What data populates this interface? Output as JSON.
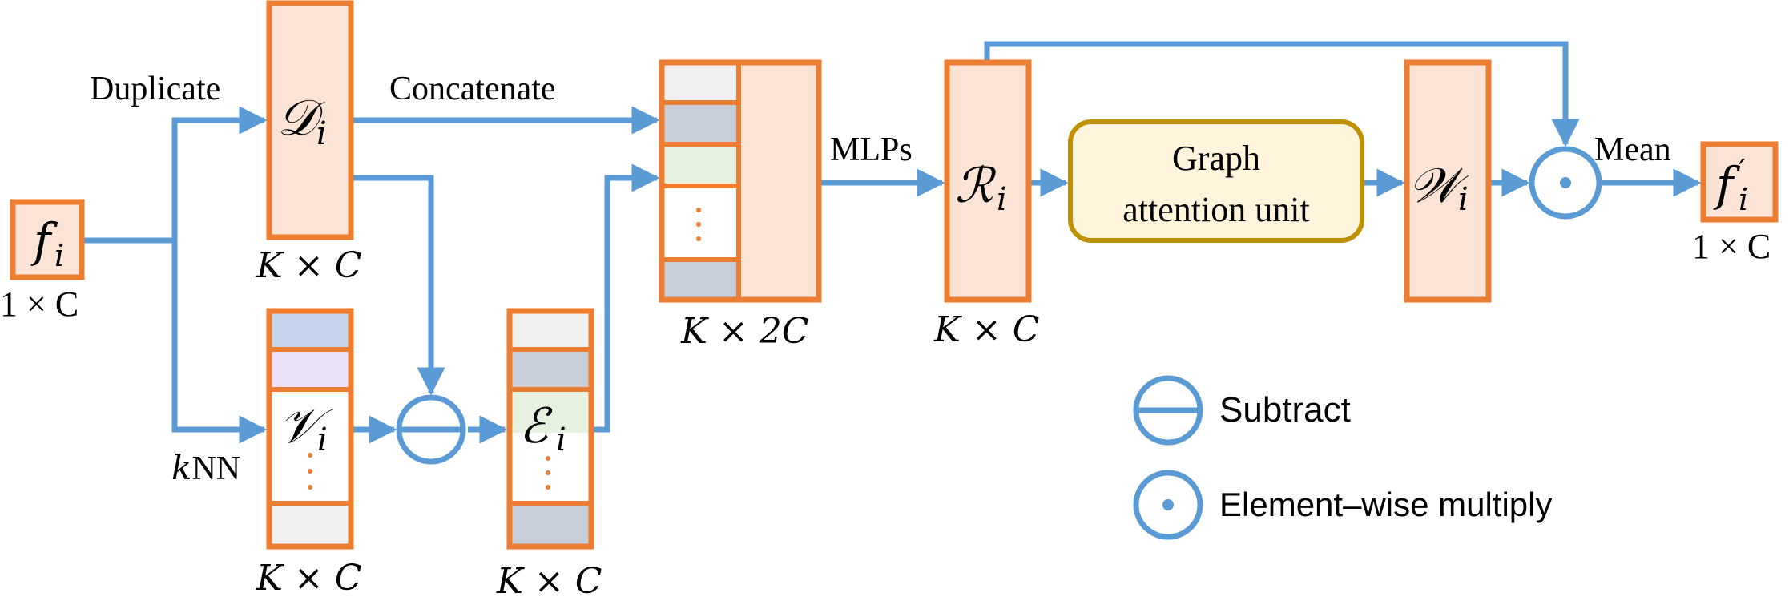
{
  "colors": {
    "arrow": "#5b9bd5",
    "box_stroke": "#ed7d31",
    "box_fill": "#fbe3d6",
    "gau_stroke": "#bf9000",
    "gau_fill": "#fff5dc",
    "cell_gray": "#f0f0f0",
    "cell_blue_gray": "#c7cdd9",
    "cell_blue": "#c5d3ec",
    "cell_lavender": "#ece3f8",
    "cell_green": "#e6f1df"
  },
  "nodes": {
    "fi": {
      "symbol": "f",
      "sub": "i",
      "dim": "1 × C"
    },
    "di": {
      "symbol": "𝒟",
      "sub": "i",
      "dim": "K × C"
    },
    "vi": {
      "symbol": "𝒱",
      "sub": "i",
      "dim": "K × C"
    },
    "ei": {
      "symbol": "ℰ",
      "sub": "i",
      "dim": "K × C"
    },
    "concat_box": {
      "dim": "K × 2C"
    },
    "ri": {
      "symbol": "ℛ",
      "sub": "i",
      "dim": "K × C"
    },
    "gau": {
      "line1": "Graph",
      "line2": "attention unit"
    },
    "wi": {
      "symbol": "𝒲",
      "sub": "i"
    },
    "fi_out": {
      "symbol": "f",
      "sub": "i",
      "prime": "′",
      "dim": "1 × C"
    }
  },
  "edges": {
    "duplicate": "Duplicate",
    "knn_k": "k",
    "knn_rest": "NN",
    "concatenate": "Concatenate",
    "mlps": "MLPs",
    "mean": "Mean"
  },
  "legend": {
    "subtract": "Subtract",
    "multiply": "Element–wise multiply"
  },
  "icons": {
    "subtract": "circle-minus-icon",
    "multiply": "circle-dot-icon"
  }
}
